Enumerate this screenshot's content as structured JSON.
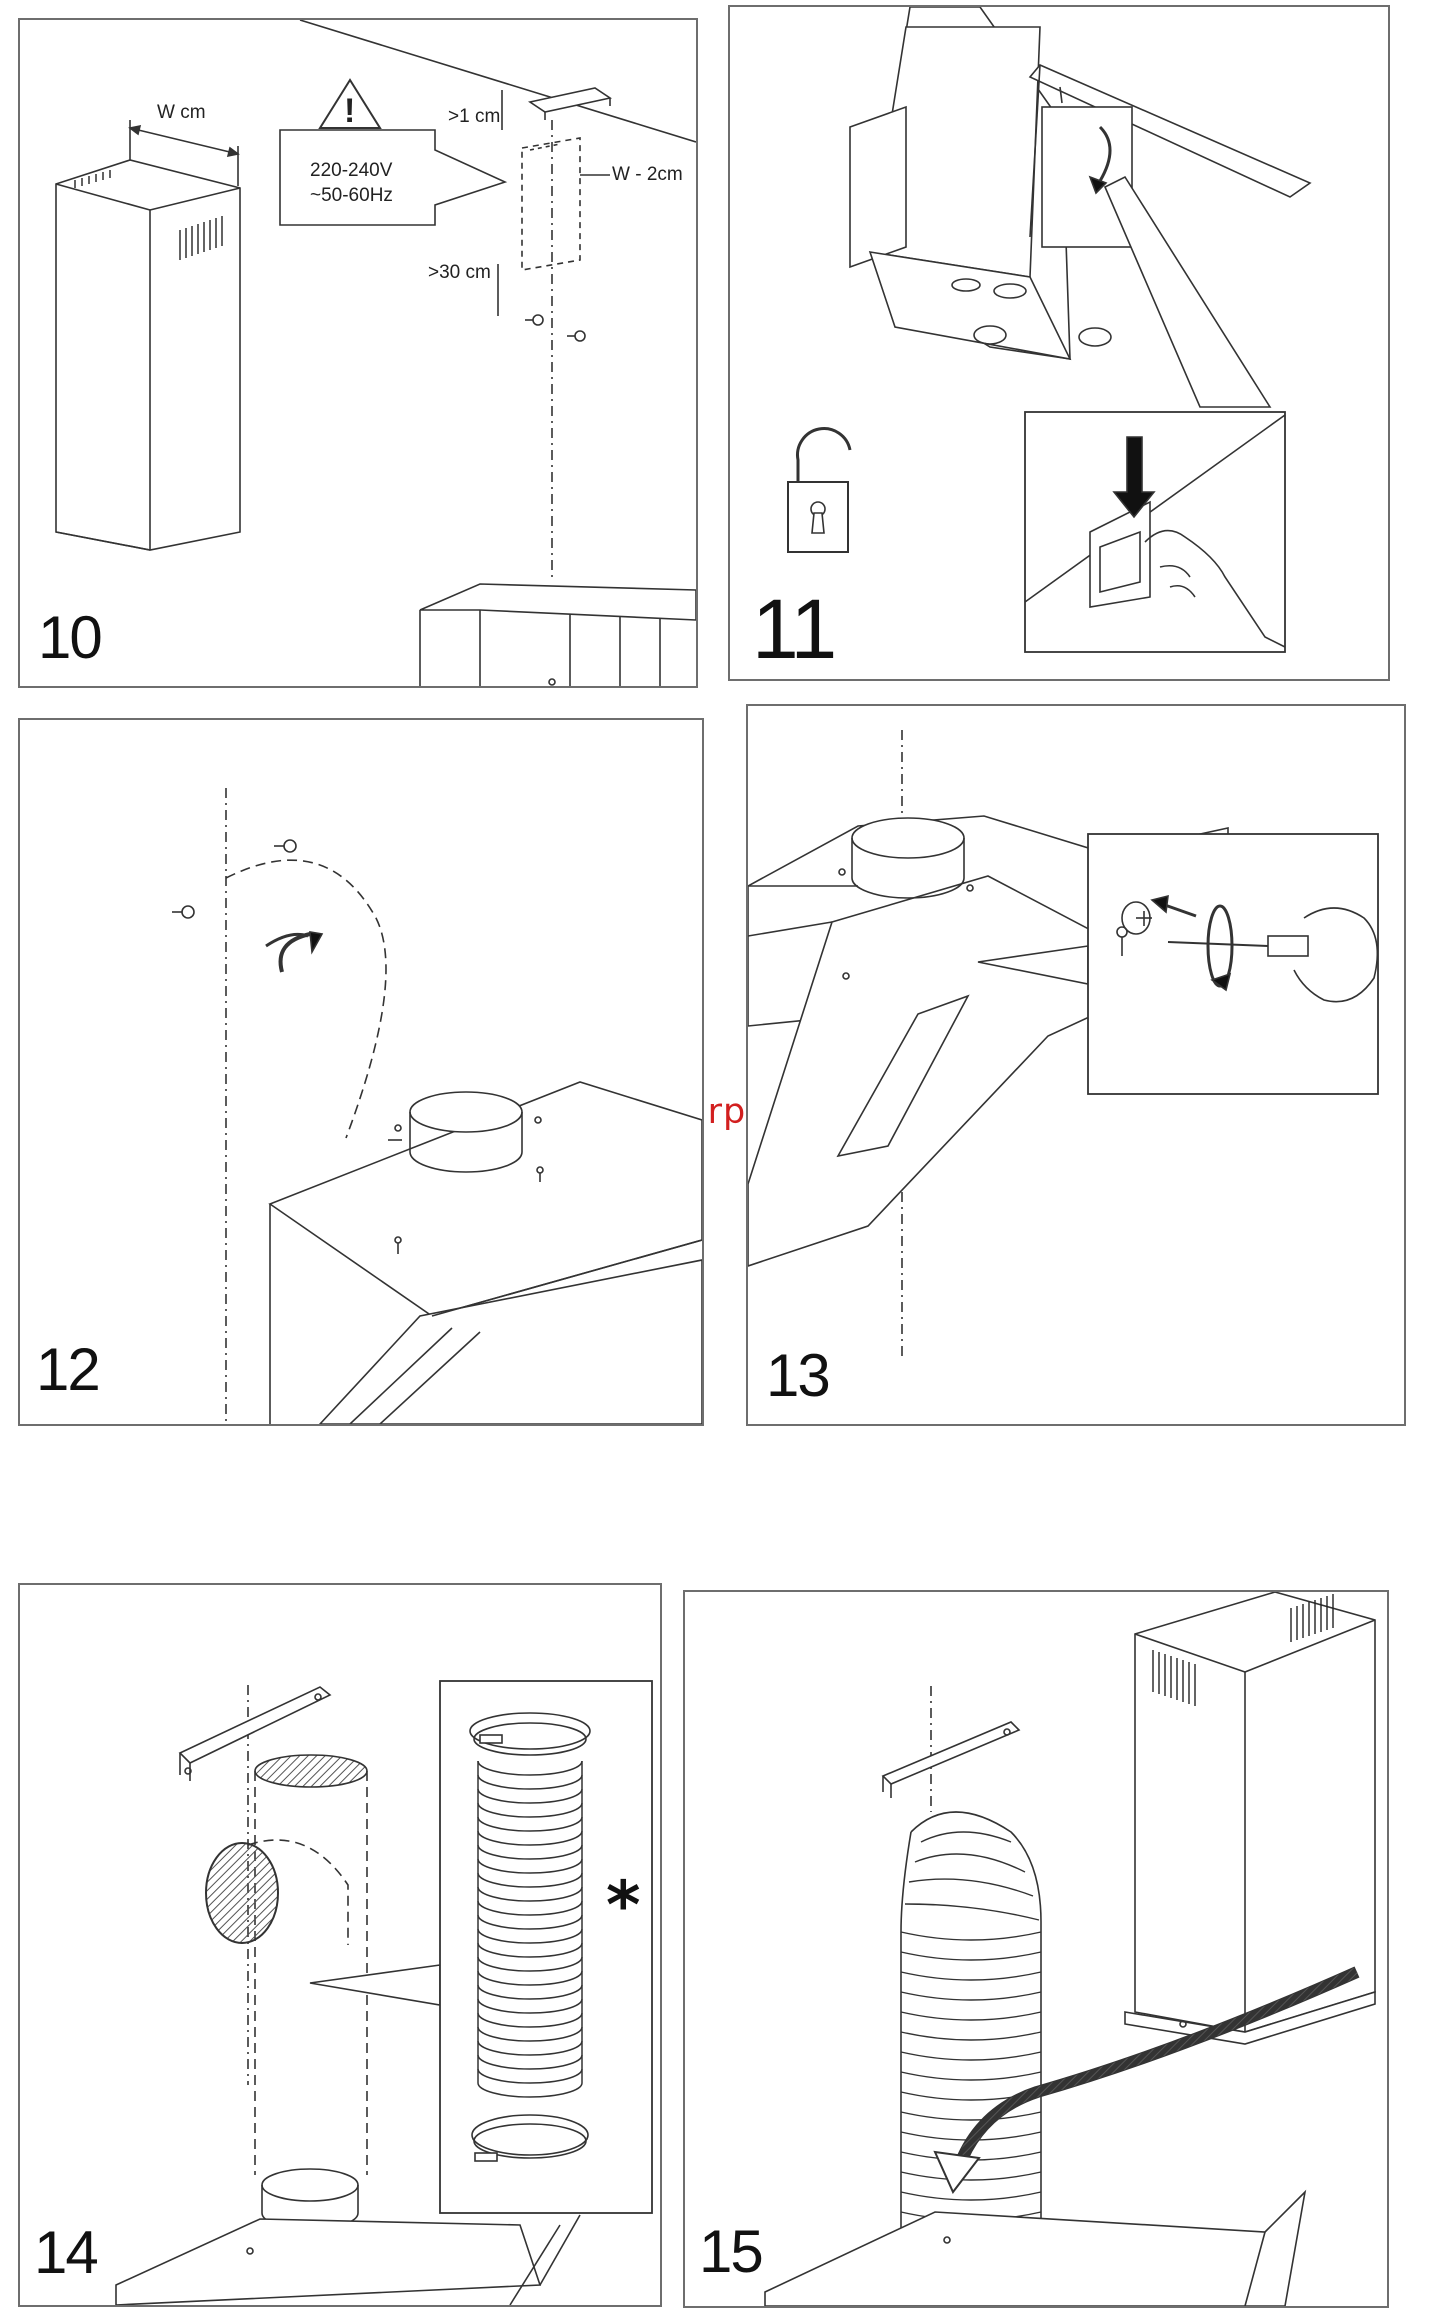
{
  "watermark": "McGrp.Ru",
  "panels": {
    "p10": {
      "step": "10",
      "width_label": "W cm",
      "warning_icon": "warning-triangle-icon",
      "voltage": "220-240V",
      "frequency": "~50-60Hz",
      "gap_top": ">1 cm",
      "bracket_width": "W - 2cm",
      "gap_min": ">30 cm"
    },
    "p11": {
      "step": "11",
      "lock_icon": "unlock-icon"
    },
    "p12": {
      "step": "12"
    },
    "p13": {
      "step": "13"
    },
    "p14": {
      "step": "14",
      "optional_mark": "*"
    },
    "p15": {
      "step": "15"
    }
  }
}
